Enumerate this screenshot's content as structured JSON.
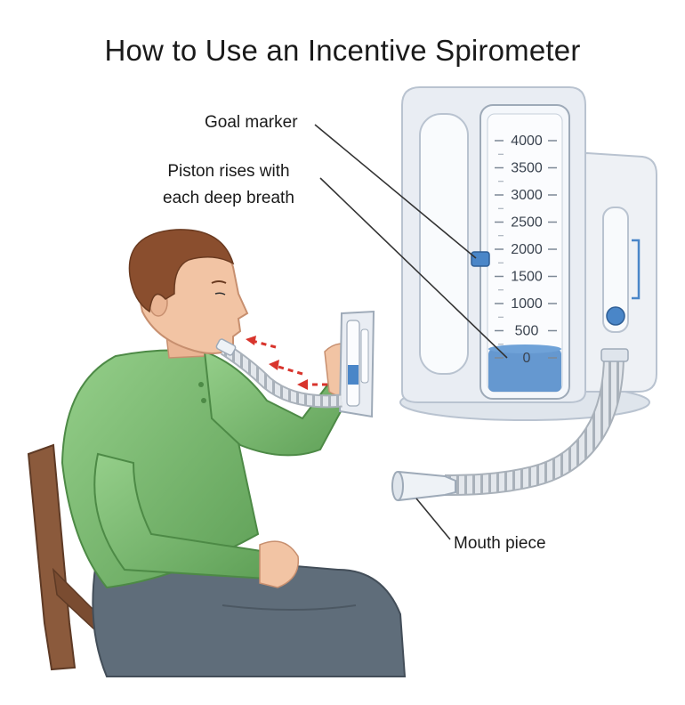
{
  "title": "How to Use an Incentive Spirometer",
  "labels": {
    "goal_marker": "Goal marker",
    "piston_line1": "Piston rises with",
    "piston_line2": "each deep breath",
    "mouth_piece": "Mouth piece"
  },
  "scale_ticks": [
    "4000",
    "3500",
    "3000",
    "2500",
    "2000",
    "1500",
    "1000",
    "500",
    "0"
  ],
  "colors": {
    "device_frame": "#e9edf3",
    "device_outline": "#b9c3d0",
    "piston_blue": "#4a86c8",
    "arrow_red": "#d8342c",
    "shirt_green": "#7fbf75",
    "pants_gray": "#5f6d7a",
    "chair_brown": "#8b5a3c",
    "hair_brown": "#8a4e2e",
    "skin": "#f2c4a4"
  }
}
